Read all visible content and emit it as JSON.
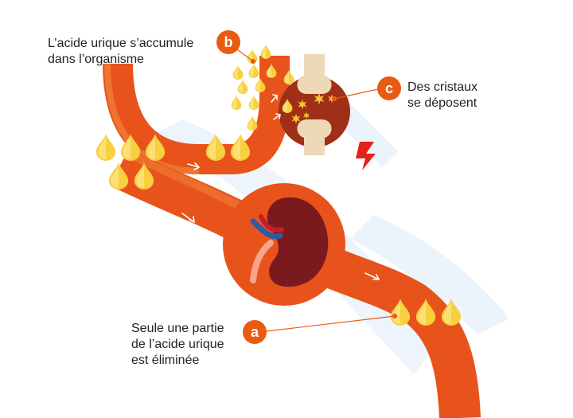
{
  "colors": {
    "vessel": "#e8531c",
    "vessel_dark": "#cf4414",
    "vessel_light": "#f28a3c",
    "marker": "#ea5b12",
    "crystal": "#f7c531",
    "drop": "#f8cf3e",
    "drop_light": "#fde68a",
    "bone": "#edd9b5",
    "joint": "#9f2f18",
    "kidney": "#7a1a1f",
    "bolt": "#e2231a",
    "shadow": "#e6f0fa"
  },
  "icons": [
    "uric-acid-drop-icon",
    "crystal-star-icon",
    "lightning-pain-icon",
    "flow-arrow-icon",
    "kidney-icon",
    "bone-joint-icon"
  ],
  "labels": {
    "a": {
      "marker": "a",
      "lines": [
        "Seule une partie",
        "de l’acide urique",
        "est éliminée"
      ]
    },
    "b": {
      "marker": "b",
      "lines": [
        "L’acide urique s’accumule",
        "dans l’organisme"
      ]
    },
    "c": {
      "marker": "c",
      "lines": [
        "Des cristaux",
        "se déposent"
      ]
    }
  }
}
